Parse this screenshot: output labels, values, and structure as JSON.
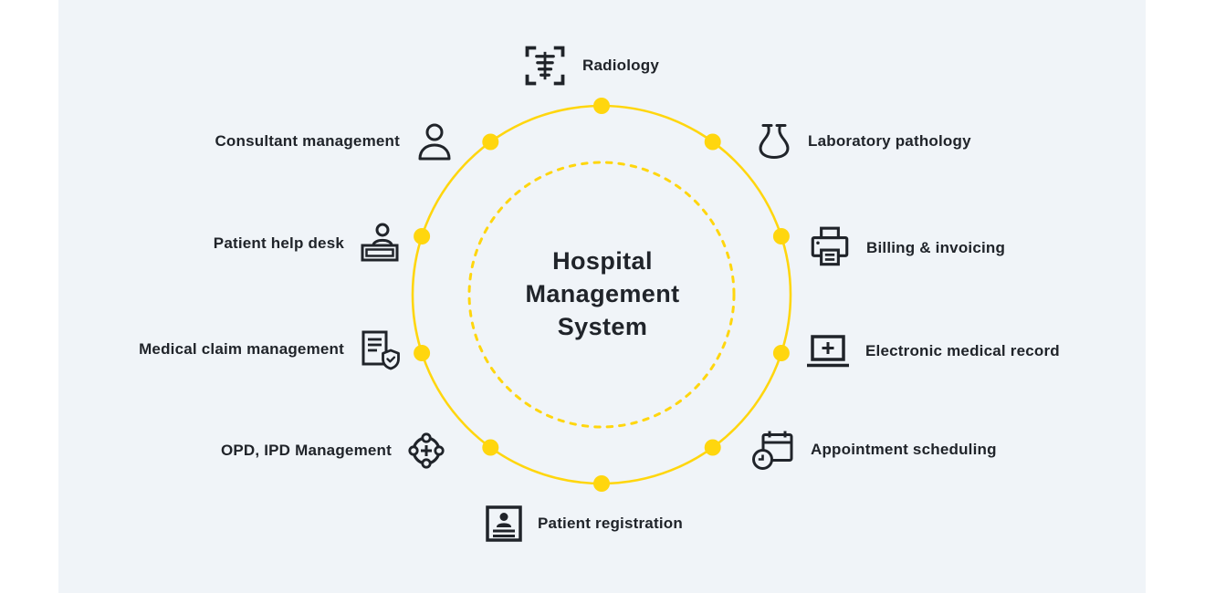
{
  "page": {
    "background": "#ffffff",
    "panel_background": "#f0f4f8"
  },
  "colors": {
    "accent_yellow": "#ffd60e",
    "ink": "#20242a"
  },
  "center": {
    "title_lines": [
      "Hospital",
      "Management",
      "System"
    ]
  },
  "items": [
    {
      "id": "radiology",
      "label": "Radiology",
      "icon": "xray-scan-icon"
    },
    {
      "id": "laboratory-pathology",
      "label": "Laboratory pathology",
      "icon": "lab-flask-icon"
    },
    {
      "id": "billing-invoicing",
      "label": "Billing & invoicing",
      "icon": "printer-icon"
    },
    {
      "id": "electronic-medical-record",
      "label": "Electronic medical record",
      "icon": "laptop-plus-icon"
    },
    {
      "id": "appointment-scheduling",
      "label": "Appointment scheduling",
      "icon": "calendar-clock-icon"
    },
    {
      "id": "patient-registration",
      "label": "Patient registration",
      "icon": "id-card-icon"
    },
    {
      "id": "opd-ipd-management",
      "label": "OPD, IPD Management",
      "icon": "crosshair-plus-icon"
    },
    {
      "id": "medical-claim-management",
      "label": "Medical claim management",
      "icon": "document-shield-icon"
    },
    {
      "id": "patient-help-desk",
      "label": "Patient help desk",
      "icon": "reception-desk-icon"
    },
    {
      "id": "consultant-management",
      "label": "Consultant management",
      "icon": "person-icon"
    }
  ]
}
